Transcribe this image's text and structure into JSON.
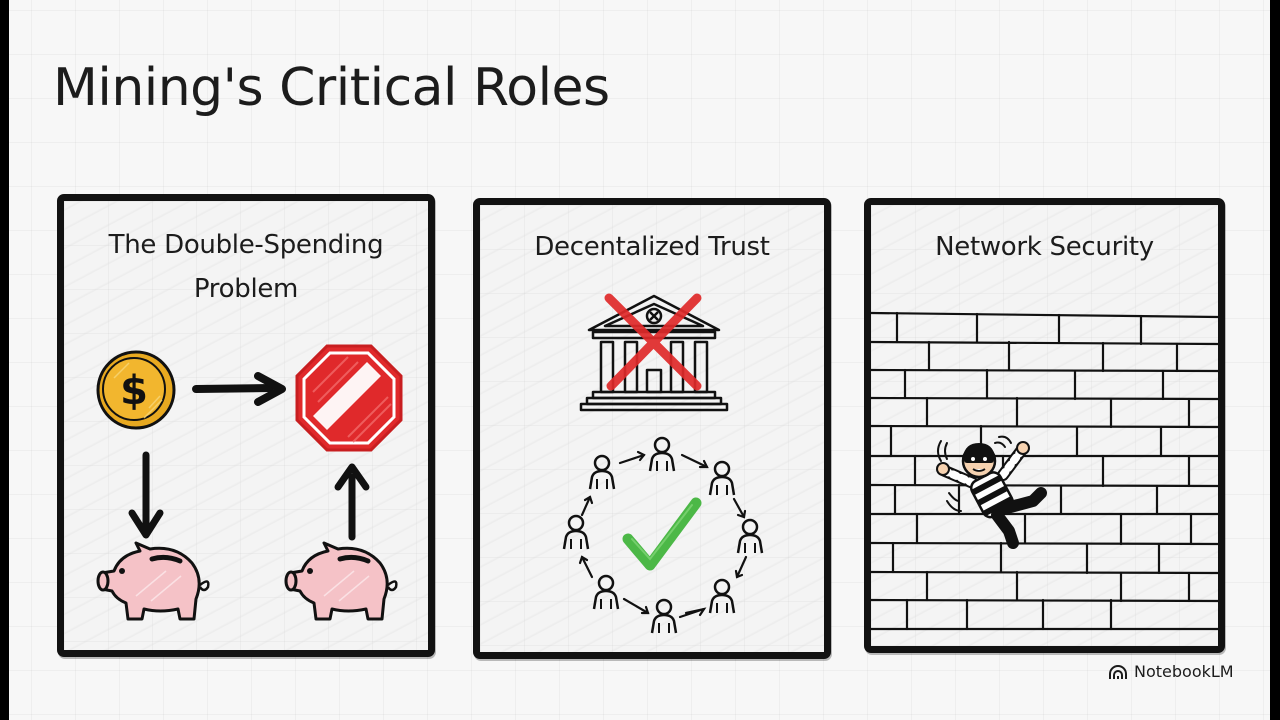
{
  "slide": {
    "title": "Mining's Critical Roles",
    "panels": [
      {
        "title_line1": "The Double-Spending",
        "title_line2": "Problem",
        "illustration": [
          "gold-coin-dollar-icon",
          "arrow-right-icon",
          "stop-sign-icon",
          "arrow-down-icon",
          "arrow-up-icon",
          "piggy-bank-icon",
          "piggy-bank-icon"
        ]
      },
      {
        "title": "Decentalized Trust",
        "illustration": [
          "bank-building-crossed-out-icon",
          "peer-network-circle-icon",
          "green-checkmark-icon"
        ]
      },
      {
        "title": "Network Security",
        "illustration": [
          "brick-wall-icon",
          "burglar-bouncing-off-wall-icon"
        ]
      }
    ]
  },
  "brand": {
    "label": "NotebookLM",
    "icon": "notebooklm-logo-icon"
  },
  "colors": {
    "background": "#f7f7f7",
    "frame": "#121212",
    "coin": "#f0b429",
    "stop_sign": "#e0292b",
    "piggy": "#f5c2c7",
    "check": "#4cb847",
    "cross": "#e02a2a"
  }
}
